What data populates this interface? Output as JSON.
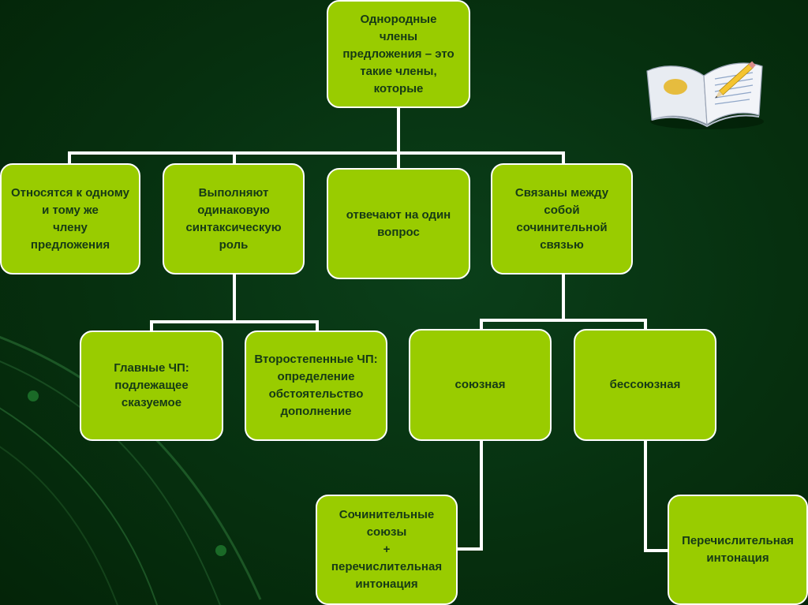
{
  "diagram": {
    "root": {
      "label": "Однородные\nчлены\nпредложения – это\nтакие члены,\nкоторые"
    },
    "properties": [
      {
        "label": "Относятся к одному\nи тому же\nчлену\nпредложения"
      },
      {
        "label": "Выполняют\nодинаковую\nсинтаксическую\nроль"
      },
      {
        "label": "отвечают  на один\nвопрос"
      },
      {
        "label": "Связаны между\nсобой\nсочинительной\nсвязью"
      }
    ],
    "roles": [
      {
        "label": "Главные ЧП:\nподлежащее\nсказуемое"
      },
      {
        "label": "Второстепенные ЧП:\nопределение\nобстоятельство\nдополнение"
      }
    ],
    "links": [
      {
        "label": "союзная"
      },
      {
        "label": "бессоюзная"
      }
    ],
    "means": [
      {
        "label": "Сочинительные\nсоюзы\n+\nперечислительная\nинтонация"
      },
      {
        "label": "Перечислительная\nинтонация"
      }
    ]
  },
  "colors": {
    "box_fill": "#99cc00",
    "box_border": "#ffffff",
    "connector": "#ffffff",
    "text": "#163a16",
    "background": "#06300f"
  },
  "icons": {
    "decoration": "open-book-with-pencil-icon"
  }
}
